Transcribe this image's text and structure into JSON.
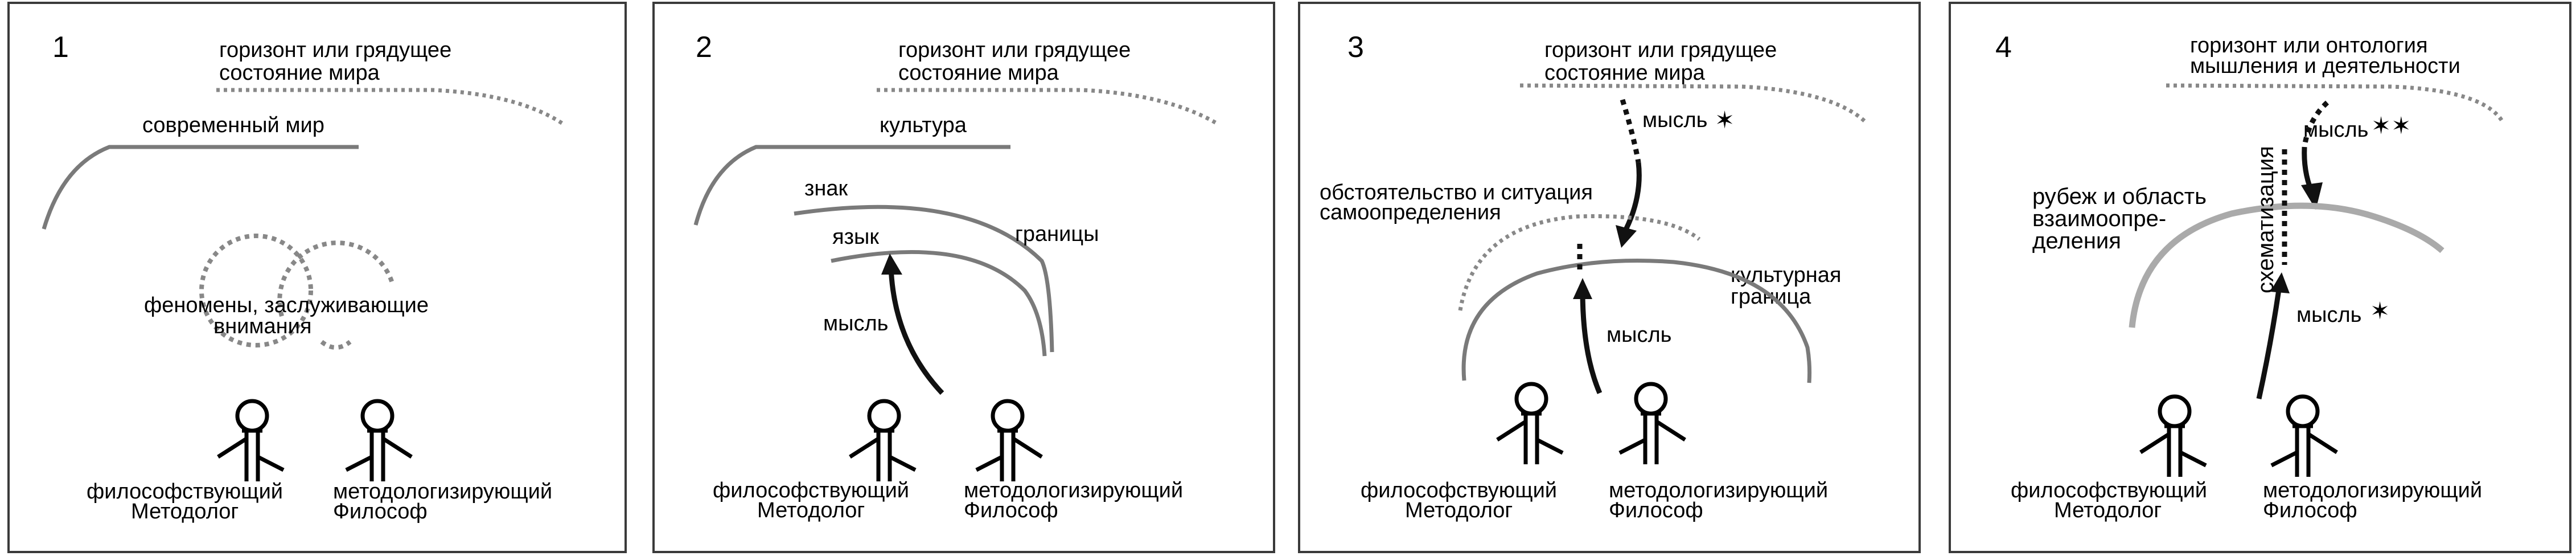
{
  "colors": {
    "frame": "#3a3a3a",
    "arc": "#7a7a7a",
    "dotted": "#888888",
    "arrow": "#111111",
    "horizon4": "#aaaaaa"
  },
  "panels": [
    {
      "number": "1",
      "horizon": [
        "горизонт или грядущее",
        "состояние мира"
      ],
      "world": "современный мир",
      "phenomena": [
        "феномены, заслуживающие",
        "внимания"
      ],
      "person_left": [
        "философствующий",
        "Методолог"
      ],
      "person_right": [
        "методологизирующий",
        "Философ"
      ]
    },
    {
      "number": "2",
      "horizon": [
        "горизонт или грядущее",
        "состояние мира"
      ],
      "culture": "культура",
      "sign": "знак",
      "language": "язык",
      "borders": "границы",
      "thought": "мысль",
      "person_left": [
        "философствующий",
        "Методолог"
      ],
      "person_right": [
        "методологизирующий",
        "Философ"
      ]
    },
    {
      "number": "3",
      "horizon": [
        "горизонт или грядущее",
        "состояние мира"
      ],
      "thought_top": "мысль",
      "star_top": "✶",
      "circumstance": [
        "обстоятельство и ситуация",
        "самоопределения"
      ],
      "culture_border": [
        "культурная",
        "граница"
      ],
      "thought_bottom": "мысль",
      "person_left": [
        "философствующий",
        "Методолог"
      ],
      "person_right": [
        "методологизирующий",
        "Философ"
      ]
    },
    {
      "number": "4",
      "horizon": [
        "горизонт или онтология",
        "мышления и деятельности"
      ],
      "thought_top": "мысль",
      "star_top": "✶✶",
      "frontier": [
        "рубеж и область",
        "взаимоопре-",
        "деления"
      ],
      "schematization": "схематизация",
      "thought_bottom": "мысль",
      "star_bottom": "✶",
      "person_left": [
        "философствующий",
        "Методолог"
      ],
      "person_right": [
        "методологизирующий",
        "Философ"
      ]
    }
  ]
}
